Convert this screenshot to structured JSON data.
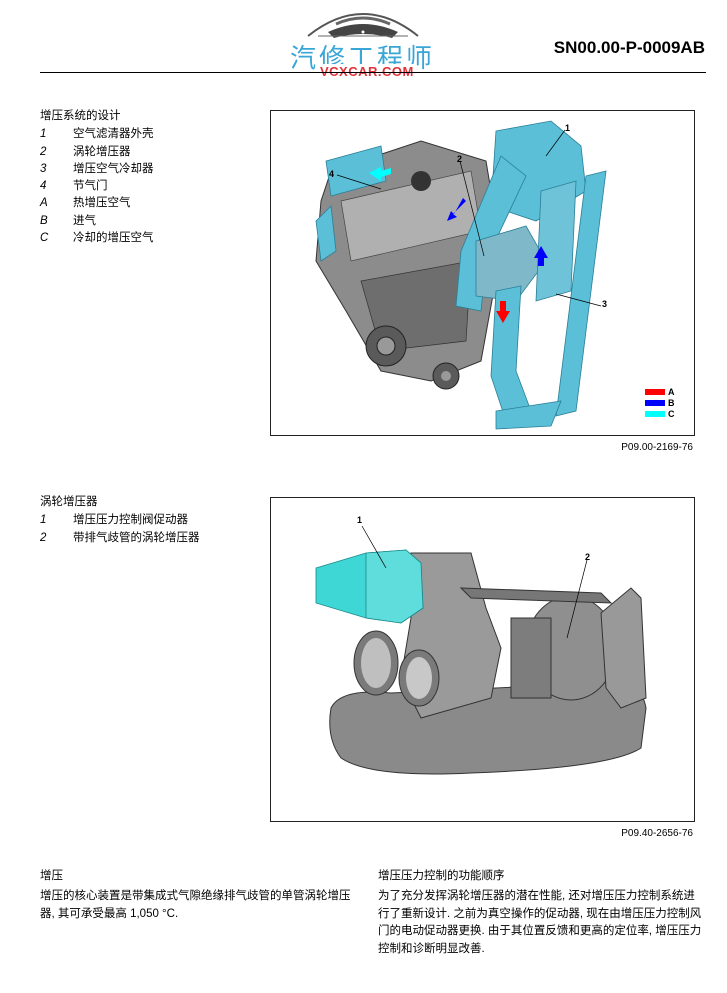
{
  "header": {
    "logo_text": "汽修工程师",
    "logo_url": "VCXCAR.COM",
    "document_id": "SN00.00-P-0009AB"
  },
  "colors": {
    "logo_blue": "#3aa6d6",
    "logo_red": "#e0343a",
    "hot_charge_air": "#ff0000",
    "intake_air": "#0000ff",
    "cooled_charge_air": "#00ffff",
    "component_cyan": "#5bbfd8"
  },
  "section1": {
    "title": "增压系统的设计",
    "items": [
      {
        "key": "1",
        "label": "空气滤清器外壳"
      },
      {
        "key": "2",
        "label": "涡轮增压器"
      },
      {
        "key": "3",
        "label": "增压空气冷却器"
      },
      {
        "key": "4",
        "label": "节气门"
      },
      {
        "key": "A",
        "label": "热增压空气"
      },
      {
        "key": "B",
        "label": "进气"
      },
      {
        "key": "C",
        "label": "冷却的增压空气"
      }
    ],
    "figure": {
      "callouts": [
        "1",
        "2",
        "3",
        "4"
      ],
      "legend": [
        {
          "key": "A",
          "color": "#ff0000"
        },
        {
          "key": "B",
          "color": "#0000ff"
        },
        {
          "key": "C",
          "color": "#00ffff"
        }
      ],
      "caption": "P09.00-2169-76"
    }
  },
  "section2": {
    "title": "涡轮增压器",
    "items": [
      {
        "key": "1",
        "label": "增压压力控制阀促动器"
      },
      {
        "key": "2",
        "label": "带排气歧管的涡轮增压器"
      }
    ],
    "figure": {
      "callouts": [
        "1",
        "2"
      ],
      "caption": "P09.40-2656-76"
    }
  },
  "text_left": {
    "title": "增压",
    "body": "增压的核心装置是带集成式气隙绝缘排气歧管的单管涡轮增压器, 其可承受最高 1,050 °C."
  },
  "text_right": {
    "title": "增压压力控制的功能顺序",
    "body": "为了充分发挥涡轮增压器的潜在性能, 还对增压压力控制系统进行了重新设计. 之前为真空操作的促动器, 现在由增压压力控制风门的电动促动器更换. 由于其位置反馈和更高的定位率, 增压压力控制和诊断明显改善."
  }
}
